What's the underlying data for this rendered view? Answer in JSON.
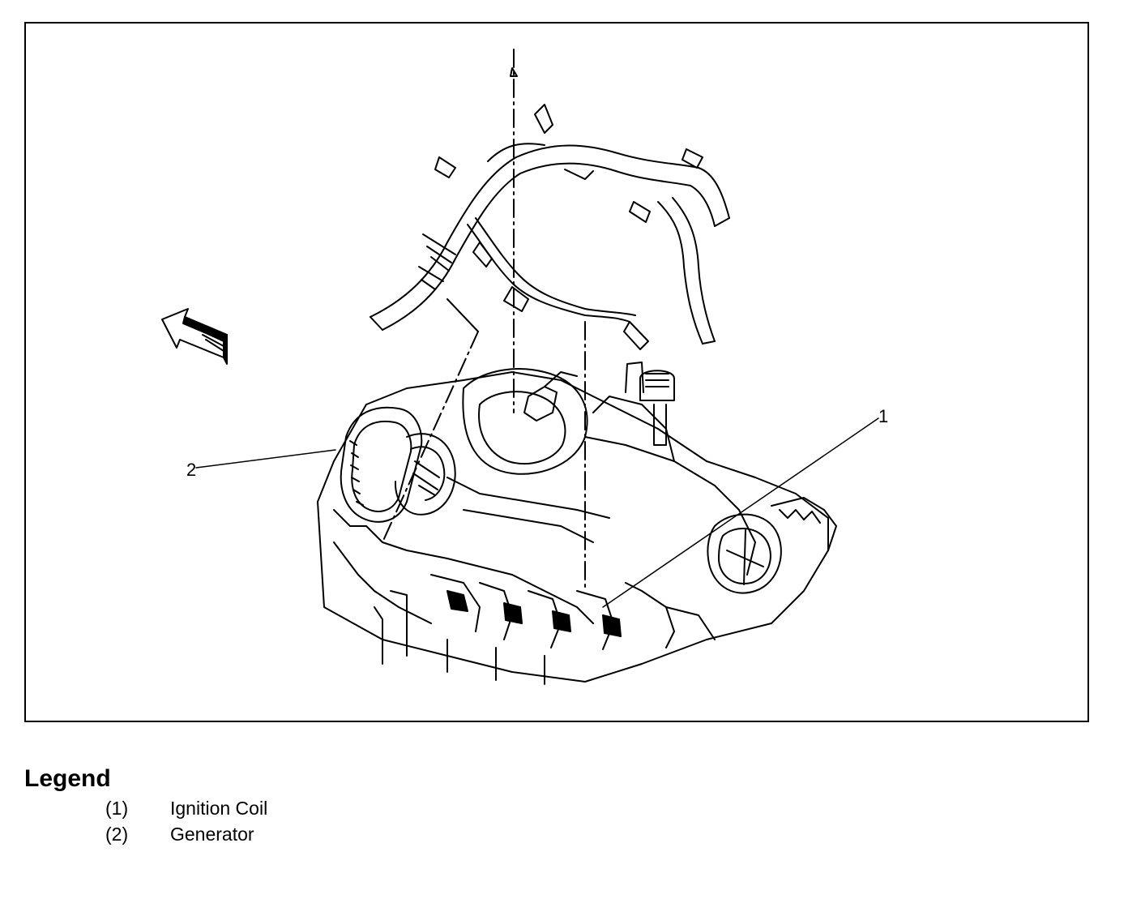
{
  "figure": {
    "callouts": [
      {
        "id": "1",
        "label": "1"
      },
      {
        "id": "2",
        "label": "2"
      }
    ],
    "icons": [
      "direction-arrow-icon"
    ]
  },
  "legend": {
    "title": "Legend",
    "items": [
      {
        "number": "(1)",
        "name": "Ignition Coil"
      },
      {
        "number": "(2)",
        "name": "Generator"
      }
    ]
  }
}
